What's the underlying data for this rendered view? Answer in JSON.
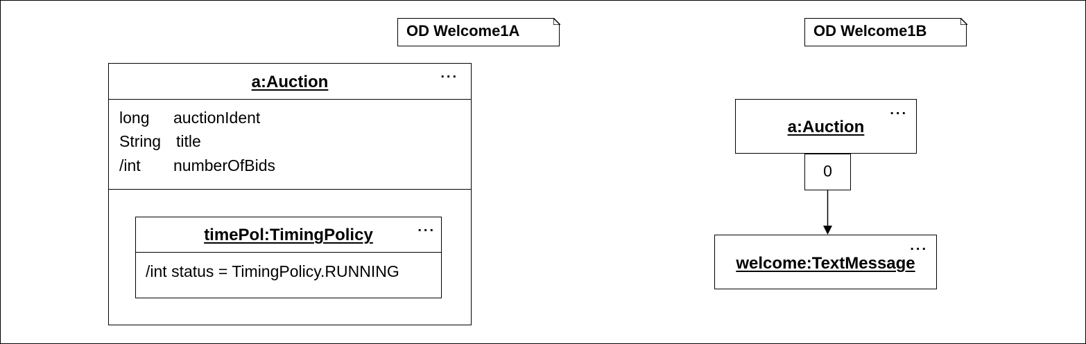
{
  "diagram1": {
    "title": "OD Welcome1A",
    "auction": {
      "name": "a:Auction",
      "more": "...",
      "attributes": [
        {
          "type": "long",
          "name": "auctionIdent"
        },
        {
          "type": "String",
          "name": "title"
        },
        {
          "type": "/int",
          "name": "numberOfBids"
        }
      ]
    },
    "timing": {
      "name": "timePol:TimingPolicy",
      "more": "...",
      "attribute": "/int status = TimingPolicy.RUNNING"
    }
  },
  "diagram2": {
    "title": "OD Welcome1B",
    "auction": {
      "name": "a:Auction",
      "more": "..."
    },
    "qualifier": "0",
    "message": {
      "name": "welcome:TextMessage",
      "more": "..."
    }
  }
}
